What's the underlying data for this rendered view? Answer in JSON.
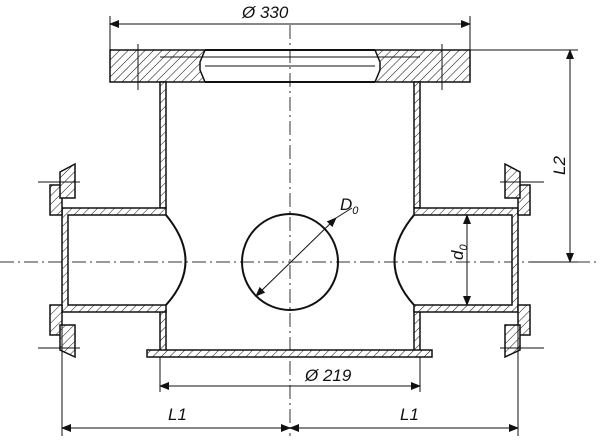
{
  "dimensions": {
    "top_flange": "Ø 330",
    "base_plate": "Ø 219",
    "height": "L2",
    "left_length": "L1",
    "right_length": "L1",
    "hole_diameter": "D",
    "hole_diameter_sub": "0",
    "branch_diameter": "d",
    "branch_diameter_sub": "0"
  }
}
